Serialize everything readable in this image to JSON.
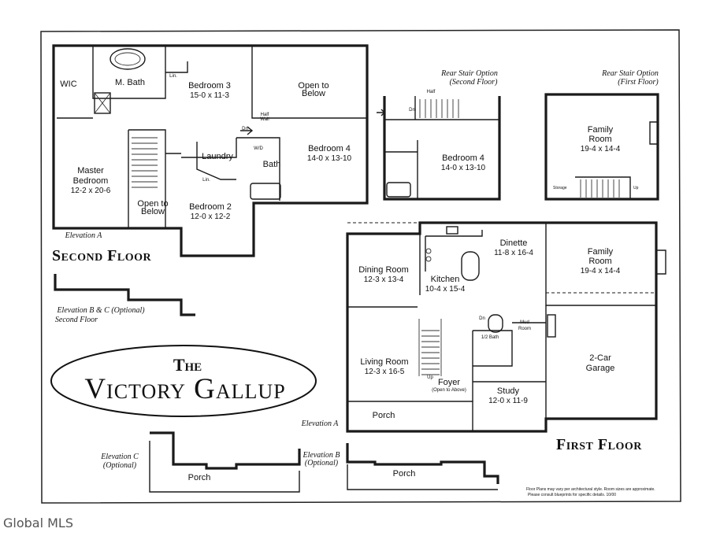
{
  "brand": {
    "prefix": "The",
    "name": "Victory Gallup"
  },
  "floors": {
    "second": "Second Floor",
    "first": "First Floor"
  },
  "rooms": {
    "wic": "WIC",
    "m_bath": "M. Bath",
    "lin1": "Lin.",
    "bedroom3_name": "Bedroom 3",
    "bedroom3_dim": "15-0 x 11-3",
    "open_below_top": "Open to",
    "open_below_bot": "Below",
    "half_wall_1": "Half",
    "half_wall_2": "Wall",
    "dn": "Dn",
    "master_name_1": "Master",
    "master_name_2": "Bedroom",
    "master_dim": "12-2 x 20-6",
    "laundry": "Laundry",
    "wd": "W/D",
    "bath": "Bath",
    "lin2": "Lin.",
    "bedroom4_name": "Bedroom 4",
    "bedroom4_dim": "14-0 x 13-10",
    "bedroom2_name": "Bedroom 2",
    "bedroom2_dim": "12-0 x 12-2",
    "open_below2_top": "Open to",
    "open_below2_bot": "Below",
    "dining_name": "Dining Room",
    "dining_dim": "12-3 x 13-4",
    "kitchen_name": "Kitchen",
    "kitchen_dim": "10-4 x 15-4",
    "dinette_name": "Dinette",
    "dinette_dim": "11-8 x 16-4",
    "family_name": "Family",
    "family_name2": "Room",
    "family_dim": "19-4 x 14-4",
    "living_name": "Living Room",
    "living_dim": "12-3 x 16-5",
    "half_bath": "1/2 Bath",
    "mud_room_1": "Mud",
    "mud_room_2": "Room",
    "garage_name_1": "2-Car",
    "garage_name_2": "Garage",
    "foyer": "Foyer",
    "foyer_sub": "(Open to Above)",
    "study_name": "Study",
    "study_dim": "12-0 x 11-9",
    "porch": "Porch",
    "up": "Up",
    "storage": "Storage"
  },
  "options": {
    "rear2_title_1": "Rear Stair Option",
    "rear2_title_2": "(Second Floor)",
    "rear1_title_1": "Rear Stair Option",
    "rear1_title_2": "(First Floor)",
    "opt_bedroom4_name": "Bedroom 4",
    "opt_bedroom4_dim": "14-0 x 13-10",
    "opt_family_name": "Family",
    "opt_family_name2": "Room",
    "opt_family_dim": "19-4 x 14-4"
  },
  "elevations": {
    "a_second": "Elevation A",
    "bc_1": "Elevation B & C (Optional)",
    "bc_2": "Second Floor",
    "a_first": "Elevation A",
    "c_1": "Elevation C",
    "c_2": "(Optional)",
    "b_1": "Elevation B",
    "b_2": "(Optional)"
  },
  "footnote": {
    "line1": "Floor Plans may vary per architectural style. Room sizes are approximate.",
    "line2": "Please consult blueprints for specific details. 10/00"
  },
  "watermark": "Global MLS"
}
